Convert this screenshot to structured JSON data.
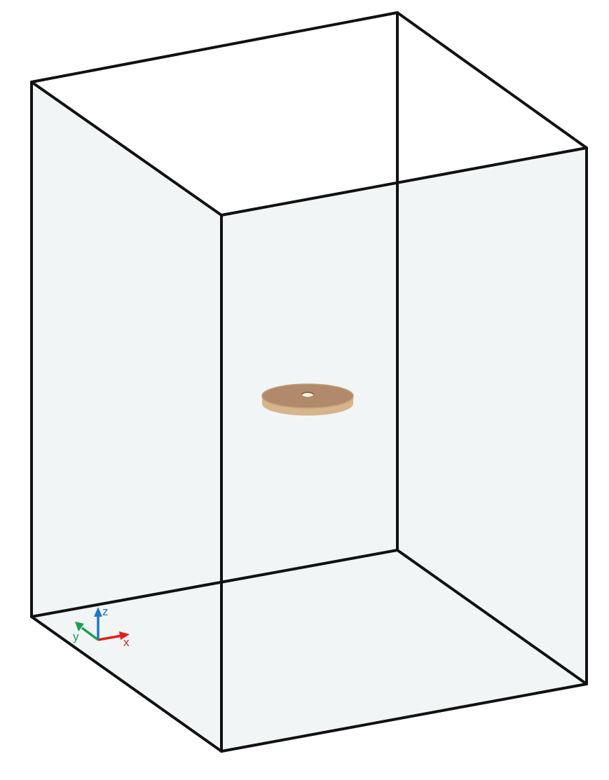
{
  "scene": {
    "background_color": "#ffffff",
    "box_fill_color": "#f1f5f6",
    "box_edge_color": "#111111",
    "disc_top_color": "#b08a6a",
    "disc_side_color": "#d6b48c",
    "hole_color": "#fff4da"
  },
  "axes": {
    "x_label": "x",
    "y_label": "y",
    "z_label": "z",
    "x_color": "#e0201c",
    "y_color": "#1aa052",
    "z_color": "#1e78c8"
  }
}
